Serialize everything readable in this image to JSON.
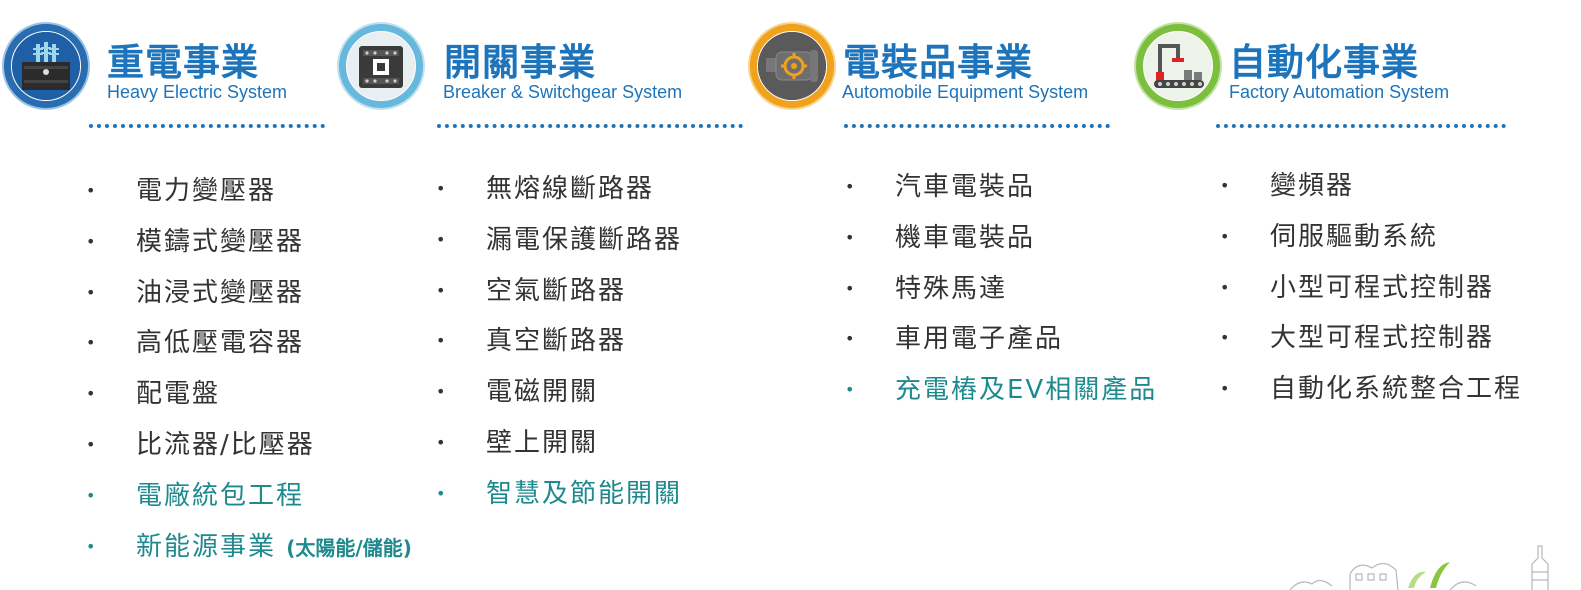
{
  "sections": [
    {
      "title": "重電事業",
      "subtitle": "Heavy Electric System",
      "icon": "transformer-icon",
      "items": [
        {
          "label": "電力變壓器"
        },
        {
          "label": "模鑄式變壓器"
        },
        {
          "label": "油浸式變壓器"
        },
        {
          "label": "高低壓電容器"
        },
        {
          "label": "配電盤"
        },
        {
          "label": "比流器/比壓器"
        },
        {
          "label": "電廠統包工程",
          "highlight": true
        },
        {
          "label": "新能源事業",
          "suffix": "(太陽能/儲能)",
          "highlight": true
        }
      ]
    },
    {
      "title": "開關事業",
      "subtitle": "Breaker & Switchgear System",
      "icon": "breaker-icon",
      "items": [
        {
          "label": "無熔線斷路器"
        },
        {
          "label": "漏電保護斷路器"
        },
        {
          "label": "空氣斷路器"
        },
        {
          "label": "真空斷路器"
        },
        {
          "label": "電磁開關"
        },
        {
          "label": "壁上開關"
        },
        {
          "label": "智慧及節能開關",
          "highlight": true
        }
      ]
    },
    {
      "title": "電裝品事業",
      "subtitle": "Automobile Equipment System",
      "icon": "motor-gear-icon",
      "items": [
        {
          "label": "汽車電裝品"
        },
        {
          "label": "機車電裝品"
        },
        {
          "label": "特殊馬達"
        },
        {
          "label": "車用電子產品"
        },
        {
          "label": "充電樁及EV相關產品",
          "highlight": true
        }
      ]
    },
    {
      "title": "自動化事業",
      "subtitle": "Factory Automation System",
      "icon": "robot-arm-icon",
      "items": [
        {
          "label": "變頻器"
        },
        {
          "label": "伺服驅動系統"
        },
        {
          "label": "小型可程式控制器"
        },
        {
          "label": "大型可程式控制器"
        },
        {
          "label": "自動化系統整合工程"
        }
      ]
    }
  ],
  "colors": {
    "title_blue": "#1d74bb",
    "text": "#333333",
    "highlight_teal": "#1f8a8e",
    "ring_blue": "#2a6cb0",
    "ring_light_blue": "#66b8dd",
    "ring_orange": "#f0a21c",
    "ring_green": "#7cbf3f"
  },
  "bullet_glyph": "•"
}
